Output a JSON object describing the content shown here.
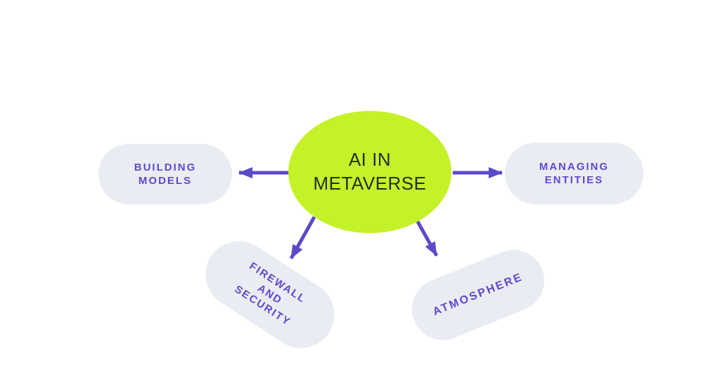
{
  "diagram": {
    "type": "mindmap",
    "center": {
      "id": "ai-in-metaverse",
      "label": "AI IN\nMETAVERSE"
    },
    "nodes": [
      {
        "id": "building-models",
        "label": "BUILDING\nMODELS",
        "position": "left"
      },
      {
        "id": "managing-entities",
        "label": "MANAGING\nENTITIES",
        "position": "right"
      },
      {
        "id": "firewall-and-security",
        "label": "FIREWALL\nAND\nSECURITY",
        "position": "bottom-left"
      },
      {
        "id": "atmosphere",
        "label": "ATMOSPHERE",
        "position": "bottom-right"
      }
    ],
    "connections": [
      {
        "from": "ai-in-metaverse",
        "to": "building-models"
      },
      {
        "from": "ai-in-metaverse",
        "to": "managing-entities"
      },
      {
        "from": "ai-in-metaverse",
        "to": "firewall-and-security"
      },
      {
        "from": "ai-in-metaverse",
        "to": "atmosphere"
      }
    ]
  },
  "colors": {
    "background": "#ffffff",
    "center_fill": "#c4f228",
    "center_text": "#233024",
    "node_fill": "#e9ecf2",
    "node_text": "#6248ce",
    "arrow": "#5b4ac8"
  }
}
